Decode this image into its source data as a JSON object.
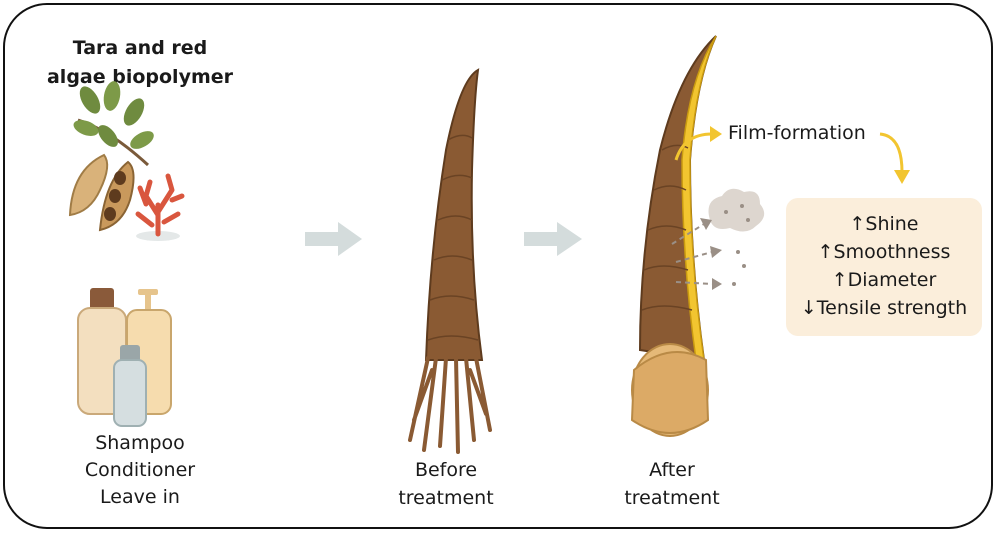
{
  "title": {
    "line1": "Tara and red",
    "line2": "algae biopolymer"
  },
  "products": {
    "line1": "Shampoo",
    "line2": "Conditioner",
    "line3": "Leave in"
  },
  "before": {
    "line1": "Before",
    "line2": "treatment"
  },
  "after": {
    "line1": "After",
    "line2": "treatment"
  },
  "film_formation": "Film-formation",
  "effects": [
    "↑Shine",
    "↑Smoothness",
    "↑Diameter",
    "↓Tensile strength"
  ],
  "icons": [
    "leaf-icon",
    "tara-pod-icon",
    "red-algae-icon",
    "shampoo-bottle-icon",
    "pump-bottle-icon",
    "spray-bottle-icon",
    "hair-strand-before-icon",
    "hair-strand-after-icon",
    "particle-cloud-icon"
  ],
  "colors": {
    "arrow_gray": "#d4dcdc",
    "film_yellow": "#f2c530",
    "hair_brown": "#8a5a33",
    "effects_bg": "#fbeedb",
    "algae_red": "#d9563e",
    "leaf_green": "#6f8b3f"
  }
}
